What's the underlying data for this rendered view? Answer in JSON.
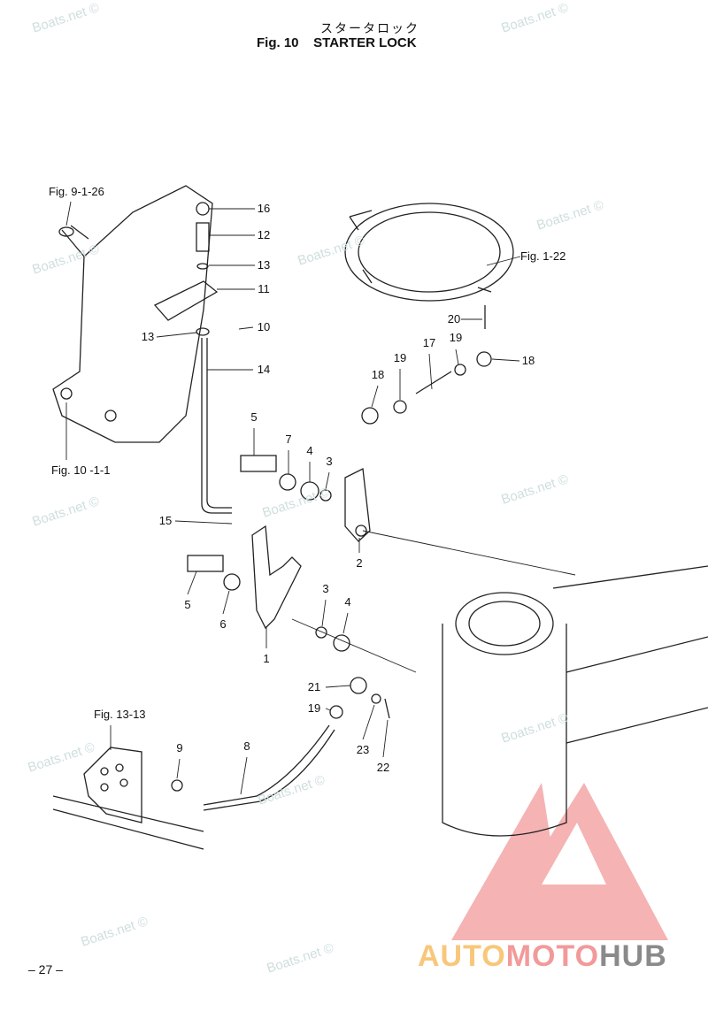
{
  "header": {
    "title_jp": "スタータロック",
    "title": "Fig. 10    STARTER LOCK"
  },
  "figure_refs": [
    "Fig. 9-1-26",
    "Fig. 1-22",
    "Fig. 10 -1-1",
    "Fig. 13-13"
  ],
  "callouts": [
    "16",
    "12",
    "13",
    "11",
    "10",
    "13",
    "14",
    "17",
    "19",
    "18",
    "19",
    "18",
    "20",
    "5",
    "7",
    "4",
    "3",
    "15",
    "2",
    "5",
    "6",
    "3",
    "4",
    "1",
    "21",
    "19",
    "23",
    "22",
    "9",
    "8"
  ],
  "watermark": "Boats.net ©",
  "page_number": "– 27 –",
  "logo": {
    "auto": "AUTO",
    "moto": "MOTO",
    "hub": "HUB"
  },
  "colors": {
    "logo_red": "#f29a9a",
    "logo_yellow": "#f8c77a",
    "logo_gray": "#8a8a8a"
  }
}
